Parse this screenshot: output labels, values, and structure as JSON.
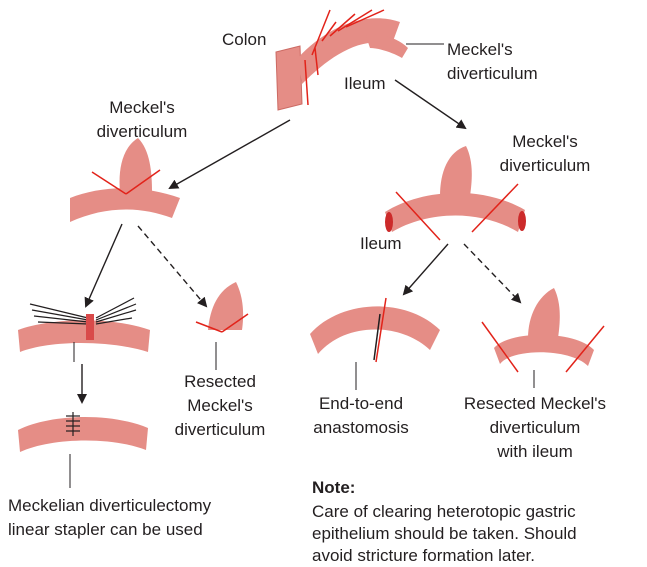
{
  "colors": {
    "tissue": "#e58d86",
    "tissue_light": "#f3b7b0",
    "tissue_dark": "#cc6a63",
    "cut_line": "#e2231a",
    "arrow": "#231f20",
    "text": "#231f20"
  },
  "labels": {
    "colon": "Colon",
    "ileum_top": "Ileum",
    "meckels_top_1": "Meckel's",
    "meckels_top_2": "diverticulum",
    "meckels_left_1": "Meckel's",
    "meckels_left_2": "diverticulum",
    "meckels_right_1": "Meckel's",
    "meckels_right_2": "diverticulum",
    "ileum_right": "Ileum",
    "resected_1": "Resected",
    "resected_2": "Meckel's",
    "resected_3": "diverticulum",
    "end_to_end_1": "End-to-end",
    "end_to_end_2": "anastomosis",
    "resected_ileum_1": "Resected Meckel's",
    "resected_ileum_2": "diverticulum",
    "resected_ileum_3": "with ileum",
    "stapler_1": "Meckelian diverticulectomy",
    "stapler_2": "linear stapler can be used"
  },
  "note": {
    "title": "Note:",
    "line1": "Care of clearing heterotopic gastric",
    "line2": "epithelium should be taken. Should",
    "line3": "avoid stricture formation later."
  }
}
